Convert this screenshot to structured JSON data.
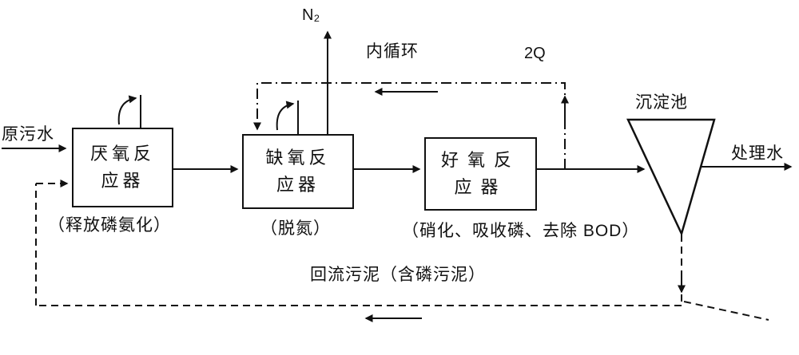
{
  "diagram": {
    "influent_label": "原污水",
    "effluent_label": "处理水",
    "n2_label": "N₂",
    "internal_recycle_label": "内循环",
    "recycle_ratio_label": "2Q",
    "clarifier_label": "沉淀池",
    "return_sludge_label": "回流污泥（含磷污泥）",
    "reactors": [
      {
        "name_line1": "厌氧反",
        "name_line2": "应器",
        "note": "（释放磷氨化）"
      },
      {
        "name_line1": "缺氧反",
        "name_line2": "应器",
        "note": "（脱氮）"
      },
      {
        "name_line1": "好氧反",
        "name_line2": "应器",
        "note": "（硝化、吸收磷、去除 BOD）"
      }
    ]
  }
}
